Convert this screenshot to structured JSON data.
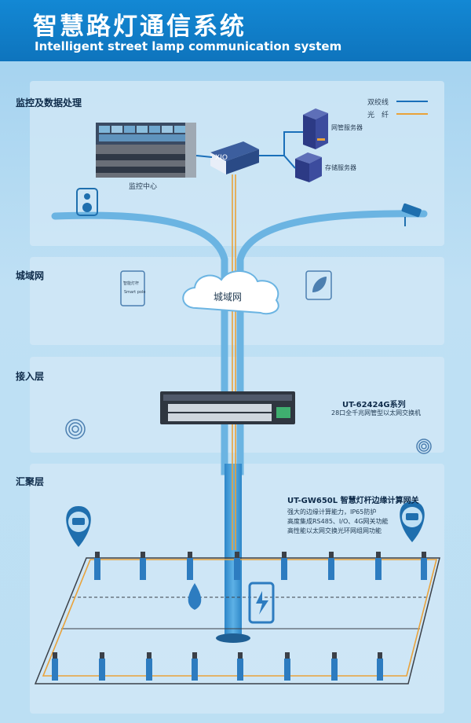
{
  "header": {
    "title_cn": "智慧路灯通信系统",
    "title_en": "Intelligent street lamp communication system"
  },
  "legend": {
    "twisted_pair": "双绞线",
    "fiber": "光　纤",
    "twisted_pair_color": "#1a6fb9",
    "fiber_color": "#e9a23a"
  },
  "layers": {
    "monitoring": "监控及数据处理",
    "metro": "城域网",
    "access": "接入层",
    "aggregation": "汇聚层"
  },
  "monitoring": {
    "center_label": "监控中心",
    "router_label": "XIO",
    "server_net": "网管服务器",
    "server_storage": "存储服务器"
  },
  "metro": {
    "cloud_label": "城域网",
    "kiosk_label1": "智能灯杆",
    "kiosk_label2": "Smart pole"
  },
  "access": {
    "model": "UT-62424G系列",
    "desc": "28口全千兆网管型以太网交换机"
  },
  "aggregation": {
    "model": "UT-GW650L  智慧灯杆边缘计算网关",
    "features": [
      "强大的边缘计算能力，IP65防护",
      "高度集成RS485、I/O、4G网关功能",
      "高性能以太网交换光环网组网功能"
    ]
  }
}
